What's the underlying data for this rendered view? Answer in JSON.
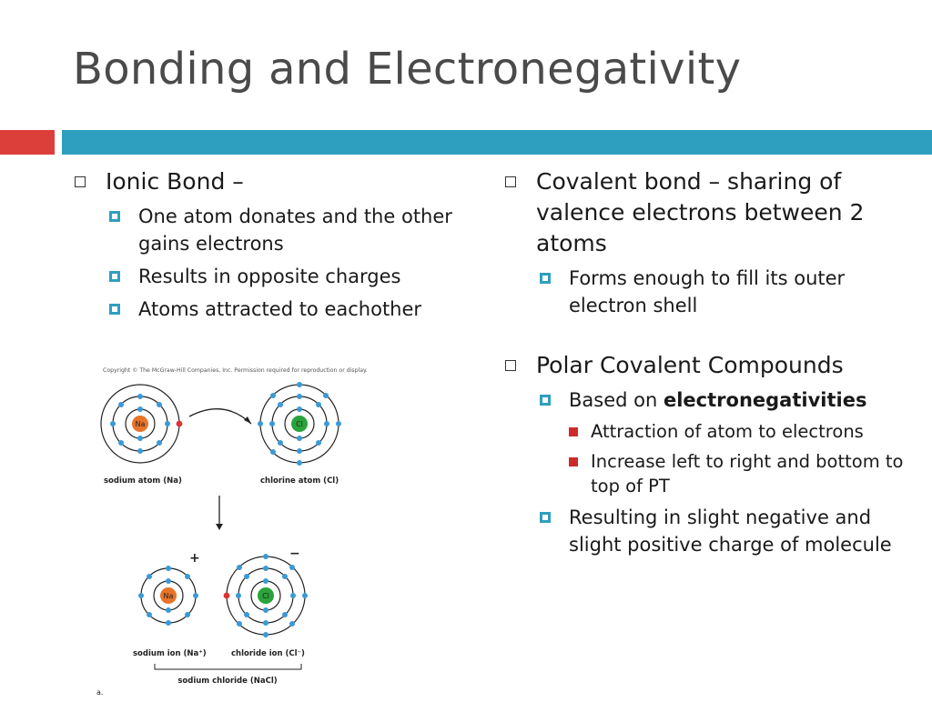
{
  "slide": {
    "title": "Bonding and Electronegativity"
  },
  "left": {
    "heading": "Ionic Bond –",
    "points": [
      "One atom donates and the other gains electrons",
      "Results in opposite charges",
      "Atoms attracted to eachother"
    ]
  },
  "diagram": {
    "copyright": "Copyright © The McGraw-Hill Companies, Inc. Permission required for reproduction or display.",
    "na_symbol": "Na",
    "cl_symbol": "Cl",
    "sodium_atom_label": "sodium atom (Na)",
    "chlorine_atom_label": "chlorine atom (Cl)",
    "plus_sign": "+",
    "minus_sign": "−",
    "sodium_ion_label": "sodium ion (Na⁺)",
    "chloride_ion_label": "chloride ion (Cl⁻)",
    "compound_label": "sodium chloride (NaCl)",
    "panel_label": "a."
  },
  "right": {
    "covalent": {
      "heading": "Covalent bond – sharing of valence electrons between 2 atoms",
      "points": [
        "Forms enough to fill its outer electron shell"
      ]
    },
    "polar": {
      "heading": "Polar Covalent Compounds",
      "based_prefix": "Based on ",
      "based_bold": "electronegativities",
      "sub_points": [
        "Attraction of atom to electrons",
        "Increase left to right and bottom to top of PT"
      ],
      "result": "Resulting in slight negative and slight positive charge of molecule"
    }
  },
  "colors": {
    "accent_blue": "#2e9fbe",
    "accent_red": "#dc3e3a",
    "electron_blue": "#3a9ad6",
    "na_orange": "#e8742a",
    "cl_green": "#2aa43a"
  }
}
